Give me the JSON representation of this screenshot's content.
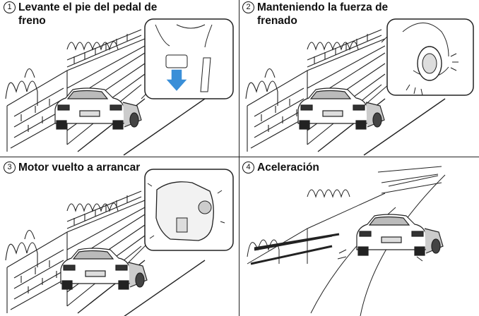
{
  "steps": [
    {
      "number": "1",
      "title_line1": "Levante el pie del pedal de",
      "title_line2": "freno"
    },
    {
      "number": "2",
      "title_line1": "Manteniendo la fuerza de",
      "title_line2": "frenado"
    },
    {
      "number": "3",
      "title_line1": "Motor vuelto a arrancar",
      "title_line2": ""
    },
    {
      "number": "4",
      "title_line1": "Aceleración",
      "title_line2": ""
    }
  ],
  "colors": {
    "arrow": "#3a8fd8",
    "line": "#222222"
  }
}
